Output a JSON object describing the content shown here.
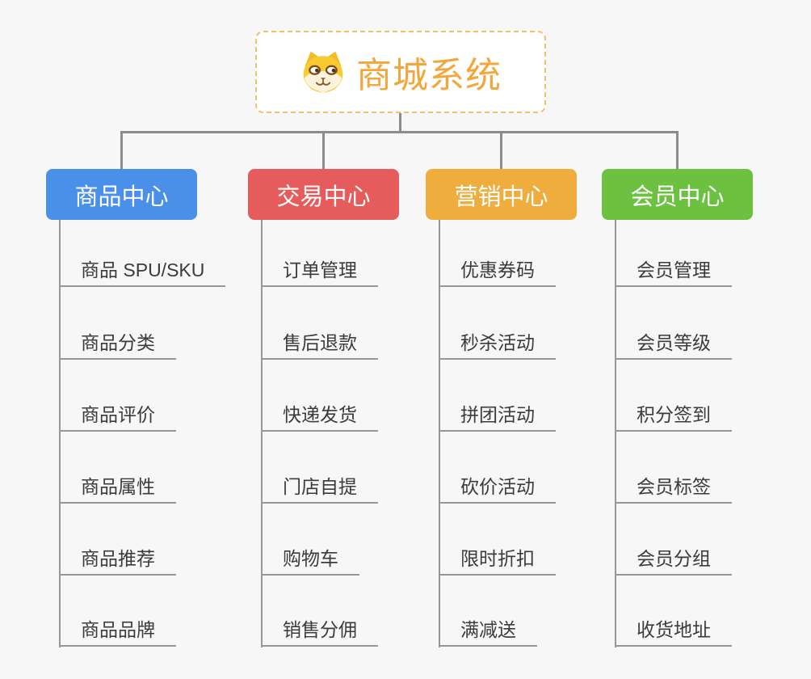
{
  "page": {
    "background_color": "#F7F7F7",
    "connector_color": "#8C8C8C",
    "underline_color": "#979797",
    "leaf_text_color": "#3B3B3B"
  },
  "root": {
    "title": "商城系统",
    "icon": "shiba-dog-icon",
    "text_color": "#F1A73C",
    "border_color": "#F3C06A",
    "background": "#FFFFFF"
  },
  "branches": [
    {
      "label": "商品中心",
      "color": "#4A90E8",
      "items": [
        "商品 SPU/SKU",
        "商品分类",
        "商品评价",
        "商品属性",
        "商品推荐",
        "商品品牌"
      ]
    },
    {
      "label": "交易中心",
      "color": "#E65C5C",
      "items": [
        "订单管理",
        "售后退款",
        "快递发货",
        "门店自提",
        "购物车",
        "销售分佣"
      ]
    },
    {
      "label": "营销中心",
      "color": "#EFAD3E",
      "items": [
        "优惠券码",
        "秒杀活动",
        "拼团活动",
        "砍价活动",
        "限时折扣",
        "满减送"
      ]
    },
    {
      "label": "会员中心",
      "color": "#6CC141",
      "items": [
        "会员管理",
        "会员等级",
        "积分签到",
        "会员标签",
        "会员分组",
        "收货地址"
      ]
    }
  ]
}
